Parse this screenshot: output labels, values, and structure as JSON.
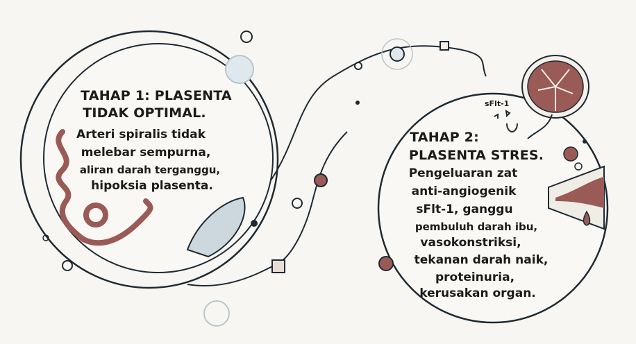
{
  "stage1": {
    "title_lines": [
      "TAHAP 1: PLASENTA",
      "TIDAK OPTIMAL."
    ],
    "body_lines": [
      "Arteri spiralis tidak",
      "melebar sempurna,",
      "aliran darah terganggu,",
      "hipoksia plasenta."
    ]
  },
  "stage2": {
    "title_lines": [
      "TAHAP 2:",
      "PLASENTA STRES."
    ],
    "body_lines": [
      "Pengeluaran zat",
      "anti-angiogenik",
      "sFlt-1, ganggu",
      "pembuluh darah ibu,",
      "vasokonstriksi,",
      "tekanan darah naik,",
      "proteinuria,",
      "kerusakan organ."
    ],
    "molecule_label": "sFlt-1"
  },
  "colors": {
    "background": "#f8f6f2",
    "line": "#1e2a33",
    "accent": "#9a5a55",
    "light_blue": "#dfe8ec"
  }
}
